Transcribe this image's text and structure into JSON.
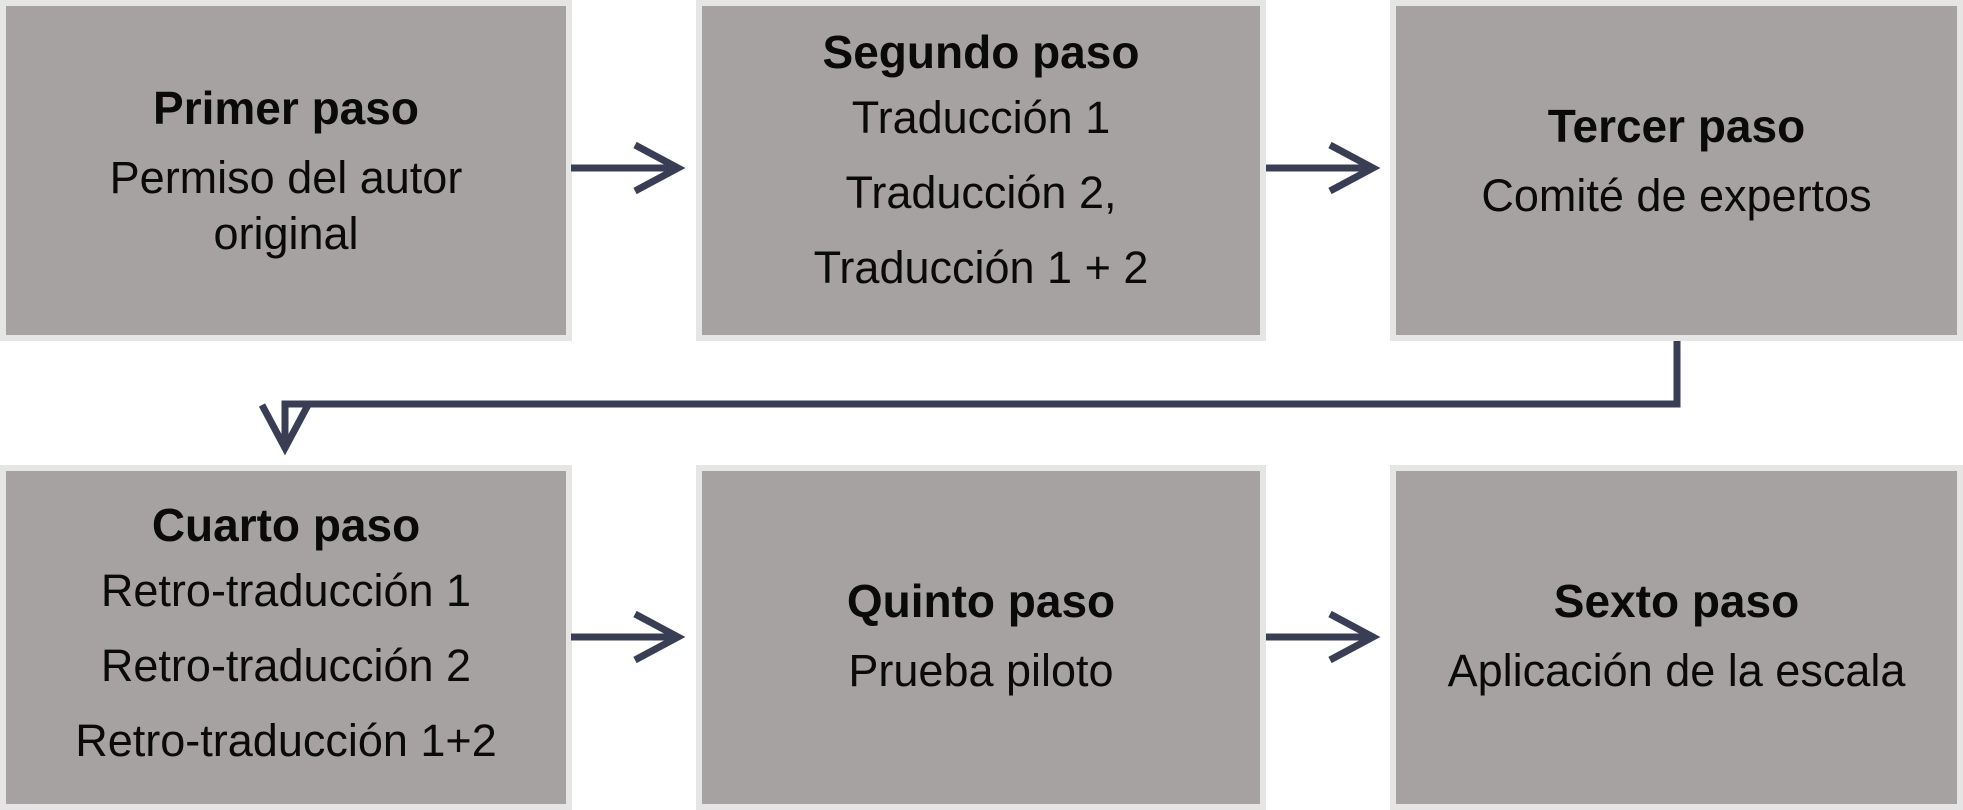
{
  "steps": [
    {
      "title": "Primer paso",
      "lines": [
        "Permiso del autor",
        "original"
      ]
    },
    {
      "title": "Segundo paso",
      "lines": [
        "Traducción 1",
        "Traducción 2,",
        "Traducción 1 + 2"
      ]
    },
    {
      "title": "Tercer paso",
      "lines": [
        "Comité de expertos"
      ]
    },
    {
      "title": "Cuarto paso",
      "lines": [
        "Retro-traducción 1",
        "Retro-traducción 2",
        "Retro-traducción 1+2"
      ]
    },
    {
      "title": "Quinto paso",
      "lines": [
        "Prueba piloto"
      ]
    },
    {
      "title": "Sexto paso",
      "lines": [
        "Aplicación de la escala"
      ]
    }
  ],
  "colors": {
    "box_fill": "#a7a2a2",
    "box_border": "#e6e5e5",
    "arrow": "#3a3e55",
    "text": "#0a0a0a"
  }
}
